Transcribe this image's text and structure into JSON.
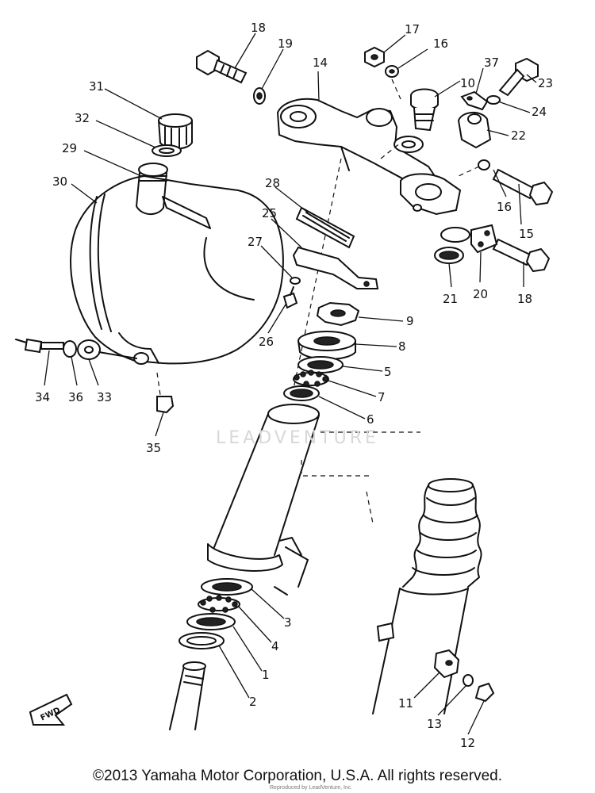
{
  "watermark": "LEADVENTURE",
  "copyright": "©2013 Yamaha Motor Corporation, U.S.A. All rights reserved.",
  "footnote": "Reproduced by LeadVenture, Inc.",
  "fwd_label": "FWD",
  "callouts": {
    "n1": "1",
    "n2": "2",
    "n3": "3",
    "n4": "4",
    "n5": "5",
    "n6": "6",
    "n7": "7",
    "n8": "8",
    "n9": "9",
    "n10": "10",
    "n11": "11",
    "n12": "12",
    "n13": "13",
    "n14": "14",
    "n15": "15",
    "n16a": "16",
    "n16b": "16",
    "n17": "17",
    "n18a": "18",
    "n18b": "18",
    "n19": "19",
    "n20": "20",
    "n21": "21",
    "n22": "22",
    "n23": "23",
    "n24": "24",
    "n25": "25",
    "n26": "26",
    "n27": "27",
    "n28": "28",
    "n29": "29",
    "n30": "30",
    "n31": "31",
    "n32": "32",
    "n33": "33",
    "n34": "34",
    "n35": "35",
    "n36": "36",
    "n37": "37"
  }
}
